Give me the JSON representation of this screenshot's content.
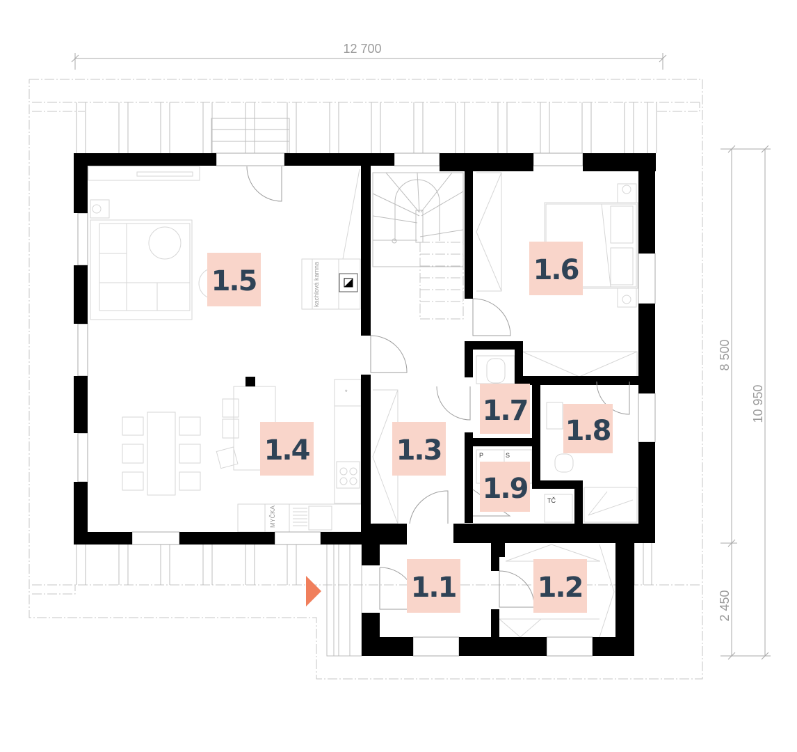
{
  "title": "Floor plan – ground floor",
  "dimensions": {
    "overall_width": "12 700",
    "main_depth": "8 500",
    "overall_depth": "10 950",
    "entrance_depth": "2 450"
  },
  "rooms": [
    {
      "id": "1.1",
      "label": "1.1"
    },
    {
      "id": "1.2",
      "label": "1.2"
    },
    {
      "id": "1.3",
      "label": "1.3"
    },
    {
      "id": "1.4",
      "label": "1.4"
    },
    {
      "id": "1.5",
      "label": "1.5"
    },
    {
      "id": "1.6",
      "label": "1.6"
    },
    {
      "id": "1.7",
      "label": "1.7"
    },
    {
      "id": "1.8",
      "label": "1.8"
    },
    {
      "id": "1.9",
      "label": "1.9"
    }
  ],
  "annotations": {
    "stove": "kachlová  kamna",
    "dishwasher": "MYČKA",
    "boiler_p": "P",
    "boiler_s": "S",
    "heat_pump": "TČ"
  },
  "colors": {
    "label_bg": "#f9d5ca",
    "label_text": "#2f4356",
    "entrance_arrow": "#f07f5c",
    "wall": "#000000"
  }
}
